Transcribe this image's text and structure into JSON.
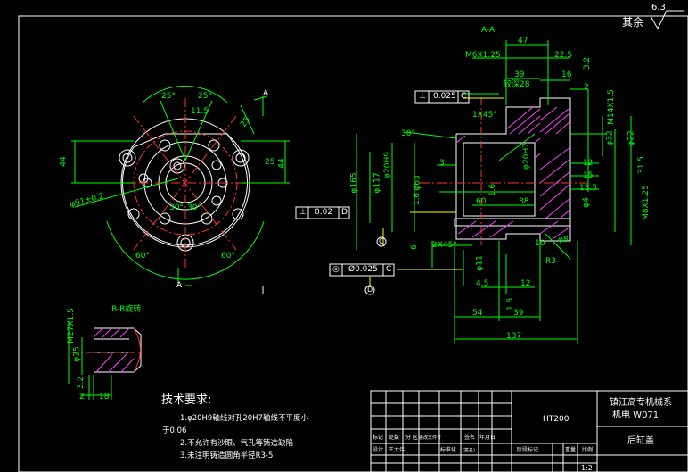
{
  "roughness": {
    "label": "其余",
    "value": "6.3"
  },
  "view_labels": {
    "section_aa": "A-A",
    "section_bb": "B-B旋转",
    "a_mark_top": "A",
    "a_mark_bottom": "A"
  },
  "front_view_dims": {
    "angle_left": "25°",
    "angle_right": "25°",
    "dim_11_5": "11.5",
    "dim_25_top": "25",
    "dim_44_left": "44",
    "dim_25_right": "25",
    "dim_44_right": "44",
    "dim_pcd": "φ91±0.2",
    "angle_bot_left": "30°",
    "angle_bot_right": "30°",
    "angle_60_left": "60°",
    "angle_60_right": "60°"
  },
  "section_dims": {
    "dim_47": "47",
    "dim_22_5": "22.5",
    "dim_39_top": "39",
    "dim_16": "16",
    "thread_top": "M6X1.25",
    "note_jiao": "铰深28",
    "dim_2": "2",
    "chamfer_1x45": "1X45°",
    "dim_3_2_top": "3.2",
    "thread_m14": "M14X1.5",
    "dia_32": "φ32",
    "dia_22": "φ22",
    "dim_12": "12",
    "dim_15": "15",
    "dim_13_5": "13.5",
    "dim_31_5": "31.5",
    "thread_m8": "M8X1.25",
    "dia_4": "φ4",
    "dim_30deg": "30°",
    "dim_3": "3",
    "dim_60": "60",
    "dim_38": "38",
    "dia_117": "φ117",
    "dia_165": "φ165",
    "dia_63": "φ63",
    "fit_a": "φ20H9",
    "fit_b": "φ20H7",
    "dim_6": "6",
    "dim_10": "10",
    "chamfer_2x45": "2X45°",
    "dia_11": "φ11",
    "dim_4_5": "4.5",
    "dim_12_bot": "12",
    "dim_54": "54",
    "dim_39_bot": "39",
    "dim_137": "137",
    "rough_1_6a": "1.6",
    "rough_1_6b": "1.6",
    "rough_1_6c": "1.6",
    "dia_8": "φ8",
    "dim_r3": "R3"
  },
  "tolerance_frames": [
    {
      "symbol": "⊥",
      "value": "0.025",
      "datum": "C"
    },
    {
      "symbol": "⊥",
      "value": "0.02",
      "datum": "D"
    },
    {
      "symbol": "◎",
      "value": "Ø0.025",
      "datum": "C"
    }
  ],
  "datum_marks": {
    "c": "C",
    "d": "D"
  },
  "detail_dims": {
    "thread": "M27X1.5",
    "dia": "φ25",
    "dim_3_2": "3.2",
    "dim_2": "2",
    "dim_18": "18"
  },
  "tech_req": {
    "title": "技术要求:",
    "items": [
      "1.φ20H9轴线对孔20H7轴线不平度小",
      "于0.06",
      "2.不允许有沙眼、气孔等铸造缺陷",
      "3.未注明铸造圆角半径R3-5"
    ]
  },
  "title_block": {
    "material": "HT200",
    "school": "镇江高专机械系",
    "dept": "机电  W071",
    "part_name": "后缸盖",
    "scale": "1:2",
    "row_labels": [
      "标记",
      "处数",
      "分 区",
      "更改文件号",
      "签名",
      "年月日"
    ],
    "row2_labels": [
      "设计",
      "王大伟",
      "标准化",
      "(签名)"
    ],
    "stage_label": "阶段标记",
    "weight_label": "重量",
    "ratio_label": "比例"
  }
}
